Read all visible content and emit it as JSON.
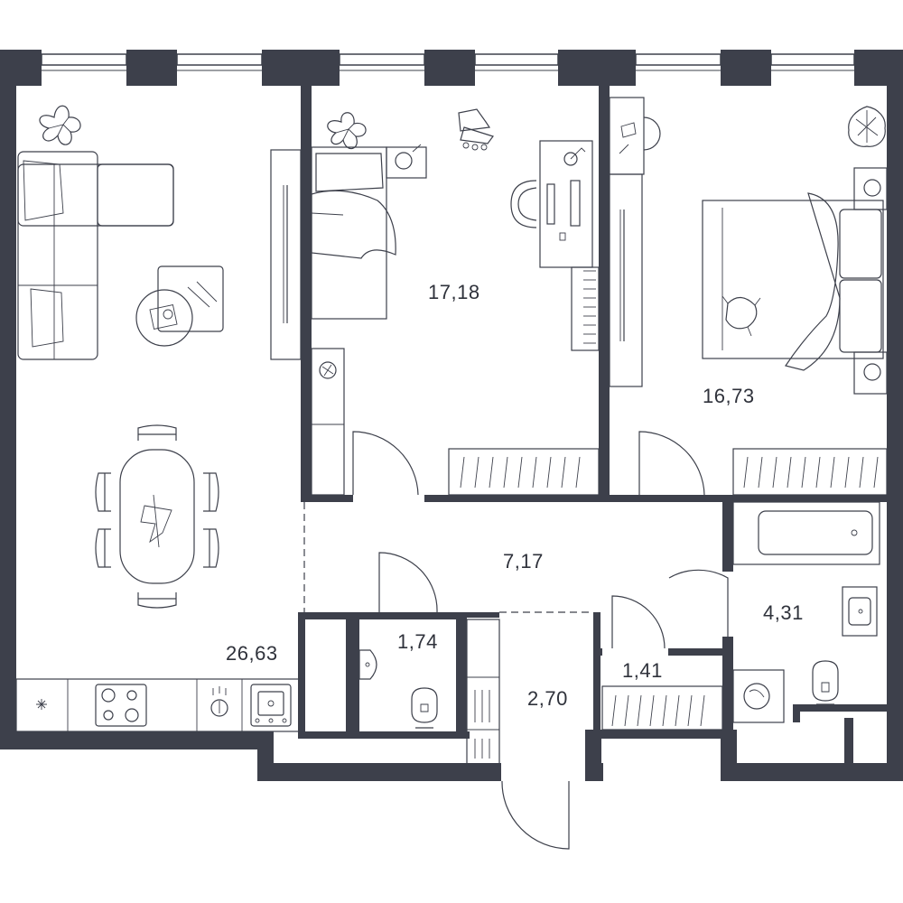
{
  "floor_plan": {
    "rooms": [
      {
        "id": "living-kitchen",
        "area": "26,63"
      },
      {
        "id": "bedroom-1",
        "area": "17,18"
      },
      {
        "id": "bedroom-2",
        "area": "16,73"
      },
      {
        "id": "hallway",
        "area": "7,17"
      },
      {
        "id": "bathroom-small",
        "area": "1,74"
      },
      {
        "id": "bathroom",
        "area": "4,31"
      },
      {
        "id": "storage",
        "area": "1,41"
      },
      {
        "id": "entrance",
        "area": "2,70"
      }
    ],
    "colors": {
      "walls": "#3d404b",
      "background": "#ffffff",
      "furniture_line": "#3d404b"
    },
    "icons": [
      "plant-icon",
      "sofa-icon",
      "coffee-table-icon",
      "tv-stand-icon",
      "dining-table-icon",
      "bed-icon",
      "desk-icon",
      "chair-icon",
      "bookshelf-icon",
      "wardrobe-icon",
      "bathtub-icon",
      "toilet-icon",
      "sink-icon",
      "washing-machine-icon",
      "stove-icon",
      "kitchen-sink-icon",
      "skates-icon",
      "ball-icon",
      "cat-icon",
      "nightstand-icon",
      "radiator-icon"
    ]
  }
}
